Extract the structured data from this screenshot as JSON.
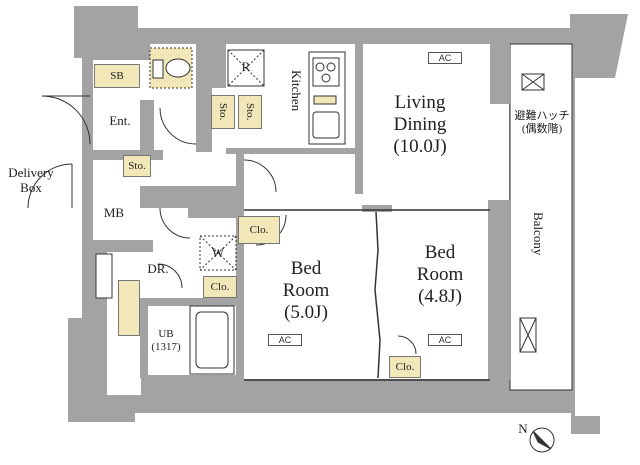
{
  "rooms": {
    "sb": "SB",
    "ent": "Ent.",
    "sto1": "Sto.",
    "sto2": "Sto.",
    "sto3": "Sto.",
    "r": "R",
    "kitchen": "Kitchen",
    "living_line1": "Living",
    "living_line2": "Dining",
    "living_size": "(10.0J)",
    "hatch_line1": "避難ハッチ",
    "hatch_line2": "(偶数階)",
    "delivery_line1": "Delivery",
    "delivery_line2": "Box",
    "mb": "MB",
    "clo1": "Clo.",
    "clo2": "Clo.",
    "clo3": "Clo.",
    "w": "W",
    "dr": "DR.",
    "ub_line1": "UB",
    "ub_line2": "(1317)",
    "bed1_line1": "Bed",
    "bed1_line2": "Room",
    "bed1_size": "(5.0J)",
    "bed2_line1": "Bed",
    "bed2_line2": "Room",
    "bed2_size": "(4.8J)",
    "balcony": "Balcony",
    "ac": "AC",
    "north": "N"
  },
  "colors": {
    "wall": "#a3a3a3",
    "storage": "#f2e7b8",
    "line": "#333333"
  }
}
